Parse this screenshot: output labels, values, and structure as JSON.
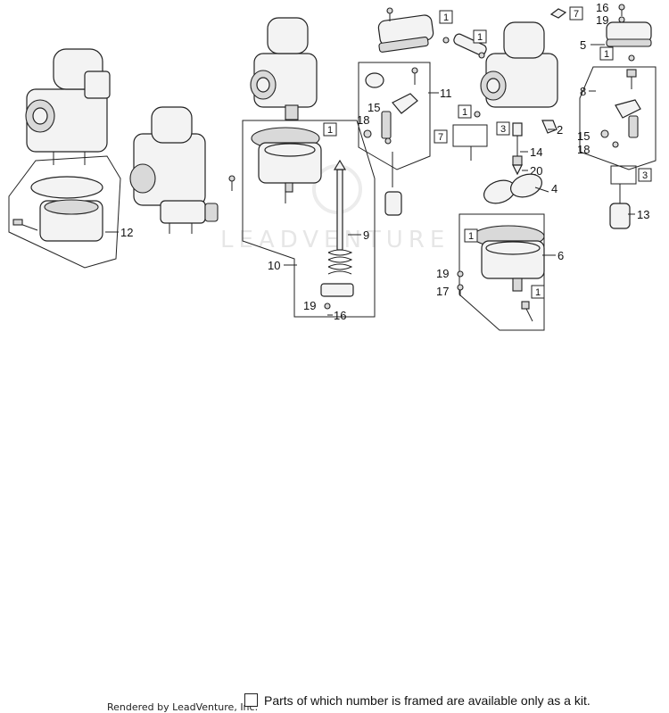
{
  "watermark": "LEADVENTURE",
  "callouts": {
    "c1": "1",
    "c2": "2",
    "c3": "3",
    "c4": "4",
    "c5": "5",
    "c6": "6",
    "c7": "7",
    "c8": "8",
    "c9": "9",
    "c10": "10",
    "c11": "11",
    "c12": "12",
    "c13": "13",
    "c14": "14",
    "c15": "15",
    "c16": "16",
    "c17": "17",
    "c18": "18",
    "c19": "19",
    "c20": "20"
  },
  "footer": {
    "credit": "Rendered by LeadVenture, Inc.",
    "note": "Parts of which number is framed are available only as a kit."
  }
}
